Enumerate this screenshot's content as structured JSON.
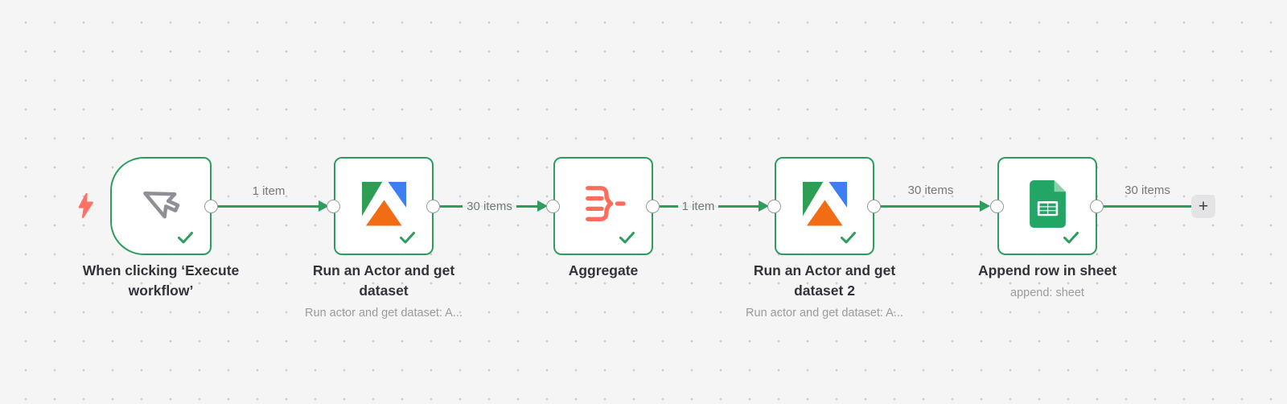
{
  "colors": {
    "accent-green": "#2d9d5e",
    "canvas-bg": "#f5f5f6",
    "dot": "#cdcdd1",
    "node-bg": "#ffffff",
    "connector-border": "#98989e",
    "title-text": "#32323b",
    "muted-text": "#9a9aa1",
    "label-text": "#76767d",
    "bolt": "#ff7264",
    "cursor-gray": "#8f8f96",
    "aggregate-coral": "#ff6d5a",
    "apify-green": "#2e9e54",
    "apify-blue": "#3d7ff2",
    "apify-orange": "#f26b15",
    "sheets-green": "#23a566",
    "sheets-fold": "#8bd2ac",
    "plus-bg": "#e4e4e7",
    "plus-text": "#3c3c42"
  },
  "nodes": [
    {
      "id": "manual-trigger",
      "title": "When clicking ‘Execute workflow’",
      "subtitle": "",
      "icon": "cursor-icon",
      "status": "success"
    },
    {
      "id": "apify-run-actor-1",
      "title": "Run an Actor and get dataset",
      "subtitle": "Run actor and get dataset: A...",
      "icon": "apify-icon",
      "status": "success"
    },
    {
      "id": "aggregate",
      "title": "Aggregate",
      "subtitle": "",
      "icon": "aggregate-icon",
      "status": "success"
    },
    {
      "id": "apify-run-actor-2",
      "title": "Run an Actor and get dataset 2",
      "subtitle": "Run actor and get dataset: A...",
      "icon": "apify-icon",
      "status": "success"
    },
    {
      "id": "google-sheets",
      "title": "Append row in sheet",
      "subtitle": "append: sheet",
      "icon": "google-sheets-icon",
      "status": "success"
    }
  ],
  "connections": [
    {
      "from": "manual-trigger",
      "to": "apify-run-actor-1",
      "label": "1 item",
      "label_position": "above"
    },
    {
      "from": "apify-run-actor-1",
      "to": "aggregate",
      "label": "30 items",
      "label_position": "on-line"
    },
    {
      "from": "aggregate",
      "to": "apify-run-actor-2",
      "label": "1 item",
      "label_position": "on-line"
    },
    {
      "from": "apify-run-actor-2",
      "to": "google-sheets",
      "label": "30 items",
      "label_position": "above"
    },
    {
      "from": "google-sheets",
      "to": "add-node",
      "label": "30 items",
      "label_position": "above"
    }
  ],
  "add_button": {
    "label": "+"
  }
}
